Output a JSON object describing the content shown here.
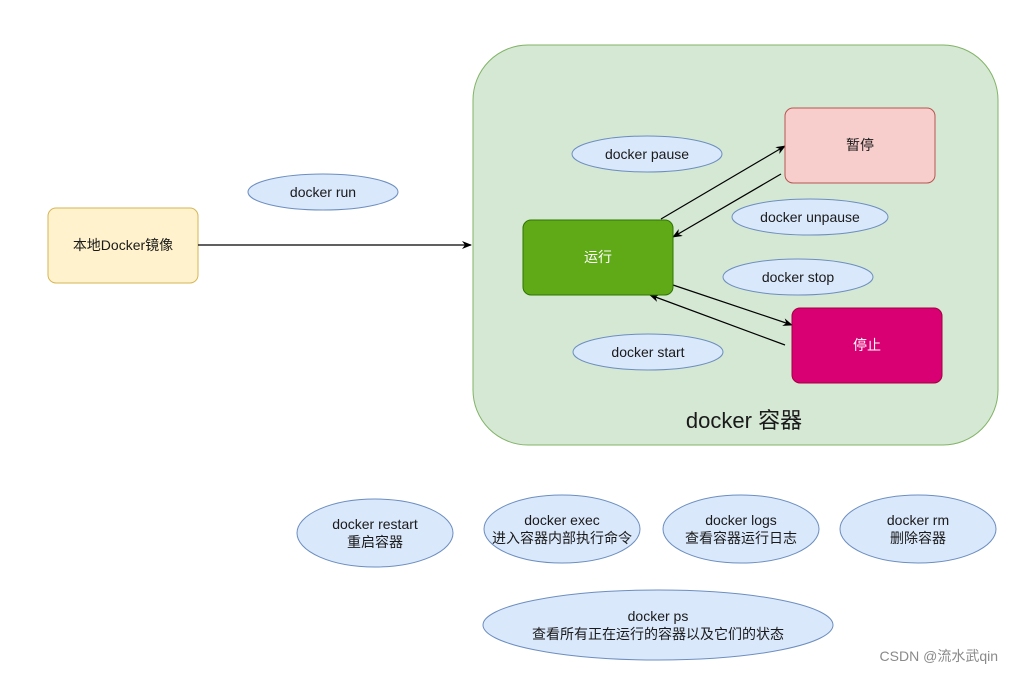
{
  "diagram": {
    "image": {
      "label": "本地Docker镜像"
    },
    "container": {
      "title": "docker 容器"
    },
    "states": {
      "running": {
        "label": "运行"
      },
      "paused": {
        "label": "暂停"
      },
      "stopped": {
        "label": "停止"
      }
    },
    "edge_labels": {
      "run": "docker run",
      "pause": "docker pause",
      "unpause": "docker unpause",
      "stop": "docker stop",
      "start": "docker start"
    },
    "commands": {
      "restart": {
        "cmd": "docker restart",
        "desc": "重启容器"
      },
      "exec": {
        "cmd": "docker exec",
        "desc": "进入容器内部执行命令"
      },
      "logs": {
        "cmd": "docker logs",
        "desc": "查看容器运行日志"
      },
      "rm": {
        "cmd": "docker rm",
        "desc": "删除容器"
      },
      "ps": {
        "cmd": "docker ps",
        "desc": "查看所有正在运行的容器以及它们的状态"
      }
    }
  },
  "watermark": "CSDN @流水武qin",
  "colors": {
    "container_fill": "#d5e8d4",
    "container_stroke": "#82b366",
    "image_fill": "#fff2cc",
    "image_stroke": "#d6b656",
    "running_fill": "#60a917",
    "running_stroke": "#2d7600",
    "paused_fill": "#f8cecc",
    "paused_stroke": "#b85450",
    "stopped_fill": "#d80073",
    "stopped_stroke": "#a50040",
    "ellipse_fill": "#dae8fc",
    "ellipse_stroke": "#6c8ebf"
  }
}
